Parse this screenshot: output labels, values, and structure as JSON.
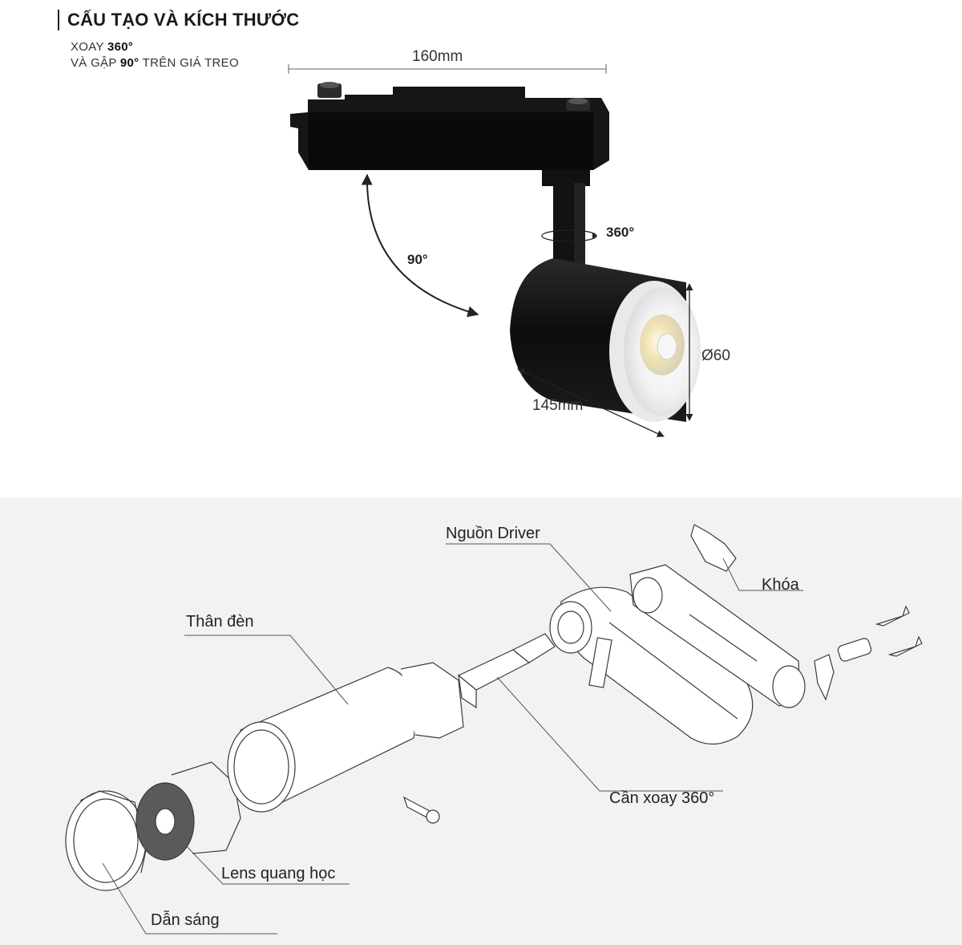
{
  "header": {
    "title": "CẤU TẠO VÀ KÍCH THƯỚC",
    "line1_pre": "XOAY ",
    "line1_bold": "360°",
    "line2_pre": "VÀ GẬP ",
    "line2_bold": "90°",
    "line2_post": " TRÊN GIÁ TREO"
  },
  "dimensions": {
    "width": "160mm",
    "length": "145mm",
    "diameter": "Ø60",
    "rotate": "360°",
    "fold": "90°"
  },
  "parts": {
    "driver": "Nguồn Driver",
    "lock": "Khóa",
    "body": "Thân đèn",
    "arm": "Cần xoay 360°",
    "lens": "Lens quang học",
    "guide": "Dẫn sáng"
  },
  "colors": {
    "lamp_body": "#111111",
    "lens_face": "#f4f4f4",
    "led_warm": "#e8d8a0",
    "panel_bg": "#f2f2f2"
  }
}
